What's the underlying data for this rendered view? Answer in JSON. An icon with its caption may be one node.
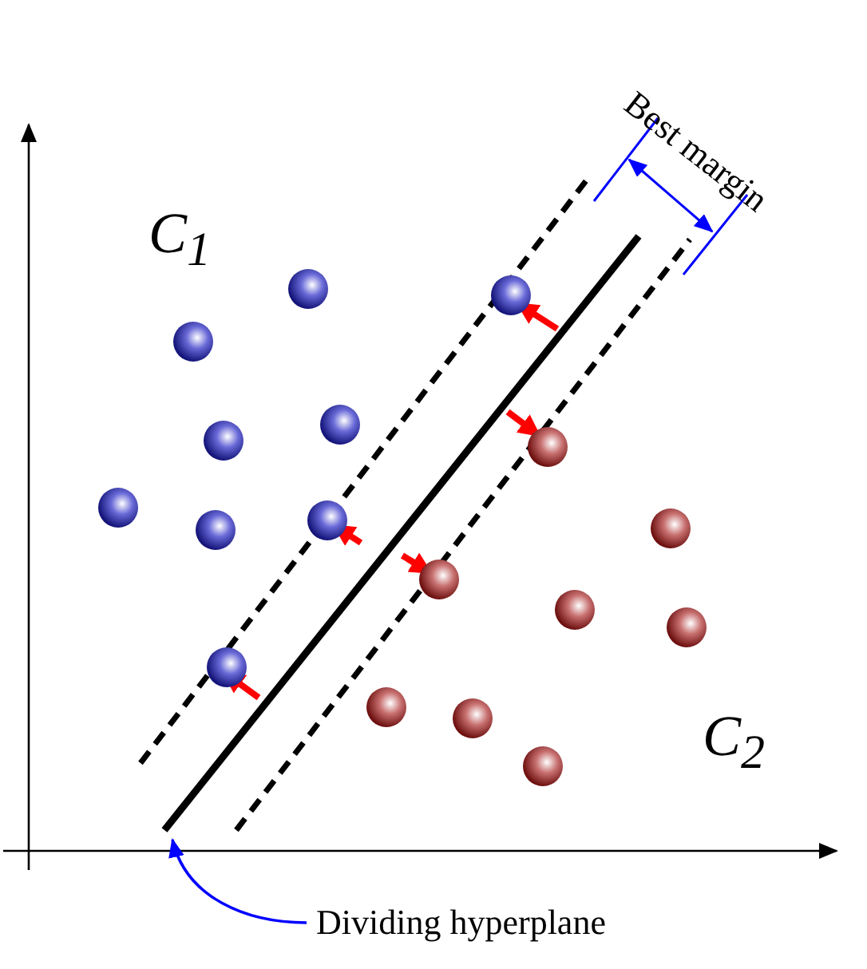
{
  "diagram": {
    "nodes": [
      {
        "text": [
          "Dividing hyperplane"
        ]
      },
      {
        "text": [],
        "shape": "line"
      }
    ],
    "edges": [
      {
        "from": 0,
        "to": 1,
        "arrow": "to"
      }
    ],
    "labels": [
      "C$_{1}$",
      "C$_{2}$",
      "Best margin"
    ]
  }
}
